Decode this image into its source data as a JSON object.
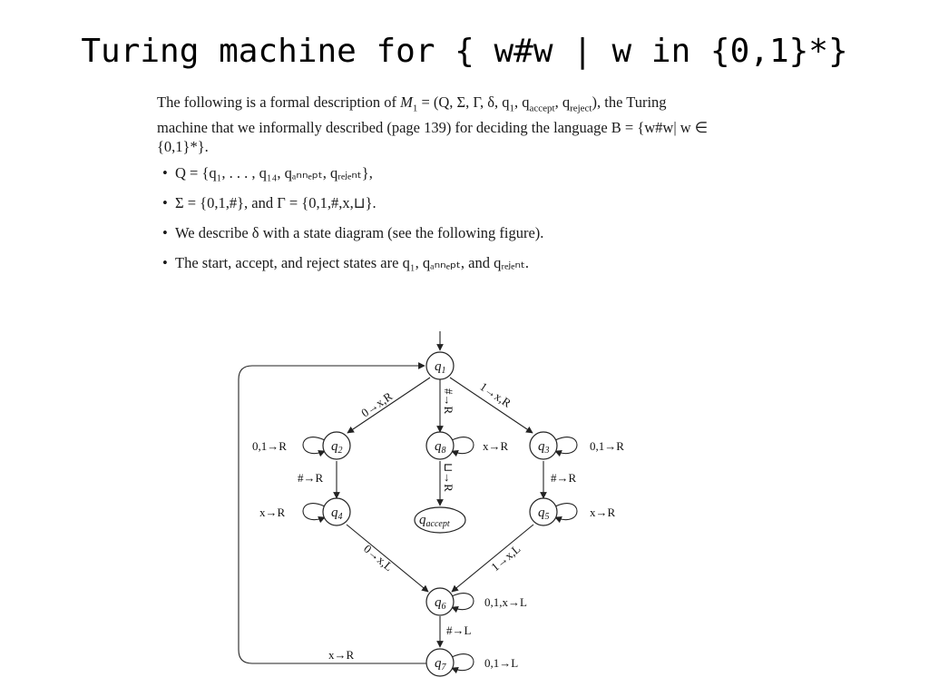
{
  "slide": {
    "title": "Turing machine for { w#w | w in {0,1}*}"
  },
  "description": {
    "lead_prefix": "The following is a formal description of ",
    "lead_machine": "M",
    "lead_machine_sub": "1",
    "lead_tuple_open": " = (Q, Σ, Γ, δ, q",
    "lead_tuple_q1_sub": "1",
    "lead_tuple_mid1": ", q",
    "lead_tuple_accept_sub": "accept",
    "lead_tuple_mid2": ", q",
    "lead_tuple_reject_sub": "reject",
    "lead_tuple_close": "), the Turing machine that we informally described (page 139) for deciding the language ",
    "lead_language": "B = {w#w| w ∈ {0,1}*}."
  },
  "bullets": [
    {
      "text": "Q = {q₁, . . . , q₁₄, qₐₙₙₑₚₜ, qᵣₑⱼₑₙₜ},"
    },
    {
      "text": "Σ = {0,1,#}, and Γ = {0,1,#,x,⊔}."
    },
    {
      "text": "We describe δ with a state diagram (see the following figure)."
    },
    {
      "text": "The start, accept, and reject states are q₁, qₐₙₙₑₚₜ, and qᵣₑⱼₑₙₜ."
    }
  ],
  "diagram": {
    "states": {
      "q1": {
        "name": "q",
        "sub": "1"
      },
      "q2": {
        "name": "q",
        "sub": "2"
      },
      "q3": {
        "name": "q",
        "sub": "3"
      },
      "q4": {
        "name": "q",
        "sub": "4"
      },
      "q5": {
        "name": "q",
        "sub": "5"
      },
      "q6": {
        "name": "q",
        "sub": "6"
      },
      "q7": {
        "name": "q",
        "sub": "7"
      },
      "q8": {
        "name": "q",
        "sub": "8"
      },
      "qaccept": {
        "name": "q",
        "sub": "accept"
      }
    },
    "transitions": {
      "q1_q2": "0→x,R",
      "q1_q8": "#→R",
      "q1_q3": "1→x,R",
      "q2_loop": "0,1→R",
      "q3_loop": "0,1→R",
      "q8_loop": "x→R",
      "q2_q4": "#→R",
      "q3_q5": "#→R",
      "q8_qaccept": "⊔→R",
      "q4_loop": "x→R",
      "q5_loop": "x→R",
      "q4_q6": "0→x,L",
      "q5_q6": "1→x,L",
      "q6_loop": "0,1,x→L",
      "q6_q7": "#→L",
      "q7_loop": "0,1→L",
      "q7_q1": "x→R"
    }
  }
}
